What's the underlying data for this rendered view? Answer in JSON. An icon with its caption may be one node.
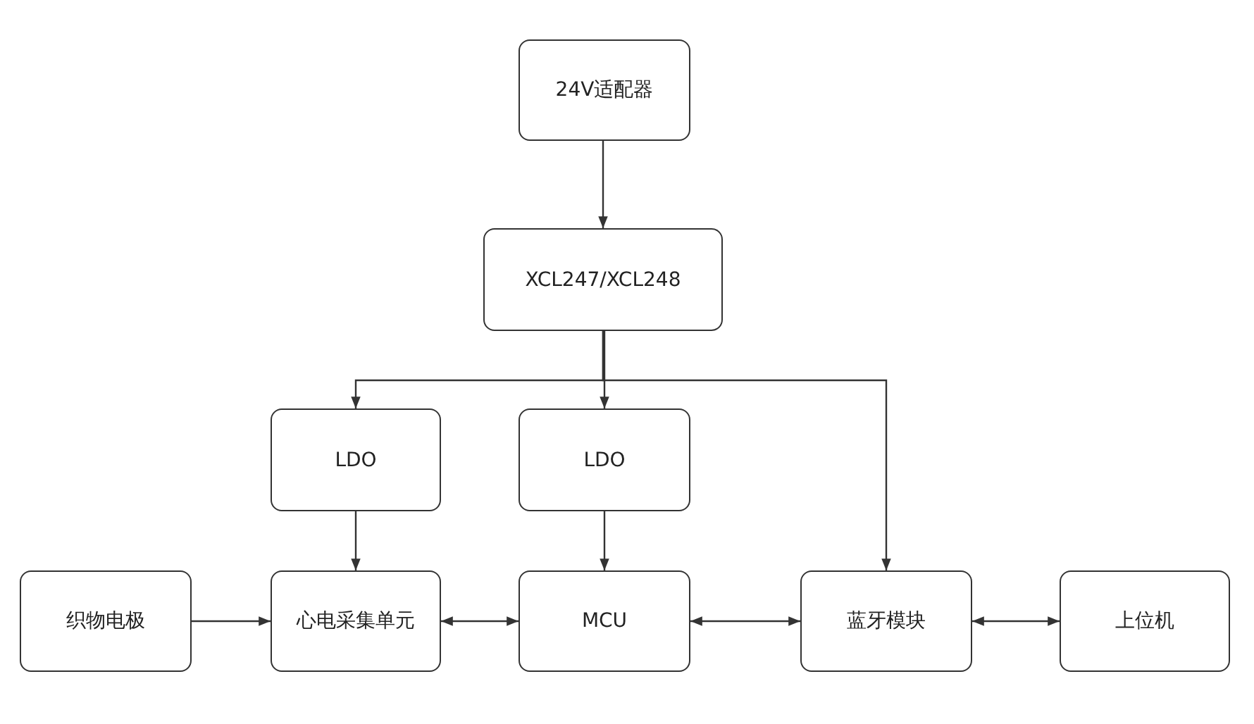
{
  "diagram": {
    "nodes": [
      {
        "text": [
          "24V适配器"
        ]
      },
      {
        "text": [
          "XCL247/XCL248"
        ]
      },
      {
        "text": [
          "LDO"
        ]
      },
      {
        "text": [
          "LDO"
        ]
      },
      {
        "text": [
          "织物电极"
        ]
      },
      {
        "text": [
          "心电采集单元"
        ]
      },
      {
        "text": [
          "MCU"
        ]
      },
      {
        "text": [
          "蓝牙模块"
        ]
      },
      {
        "text": [
          "上位机"
        ]
      }
    ],
    "edges": [
      {
        "from": 0,
        "to": 1,
        "arrow": "to"
      },
      {
        "from": 1,
        "to": 2,
        "arrow": "to"
      },
      {
        "from": 1,
        "to": 3,
        "arrow": "to"
      },
      {
        "from": 1,
        "to": 7,
        "arrow": "to"
      },
      {
        "from": 2,
        "to": 5,
        "arrow": "to"
      },
      {
        "from": 3,
        "to": 6,
        "arrow": "to"
      },
      {
        "from": 4,
        "to": 5,
        "arrow": "to"
      },
      {
        "from": 5,
        "to": 6,
        "arrow": "both"
      },
      {
        "from": 6,
        "to": 7,
        "arrow": "both"
      },
      {
        "from": 7,
        "to": 8,
        "arrow": "both"
      }
    ]
  }
}
